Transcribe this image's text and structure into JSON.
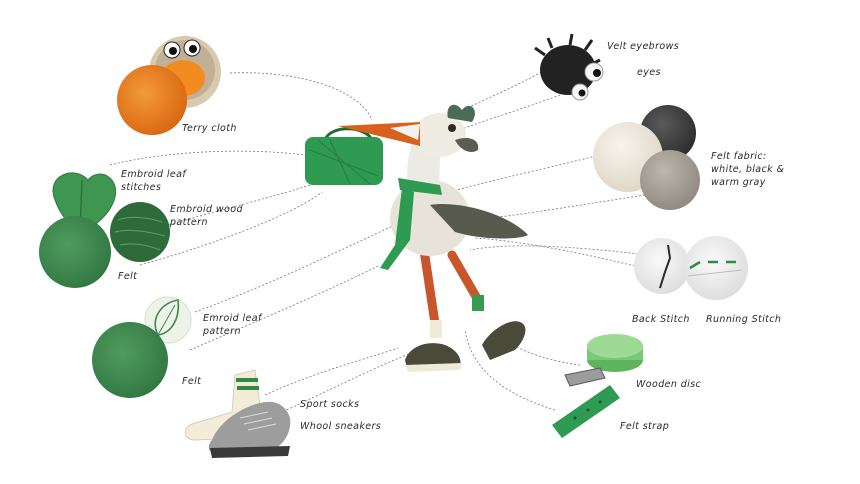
{
  "labels": {
    "terry_cloth": "Terry cloth",
    "embroid_leaf_stitches": "Embroid leaf stitches",
    "embroid_wood_pattern": "Embroid wood pattern",
    "felt_left_top": "Felt",
    "emroid_leaf_pattern": "Emroid leaf pattern",
    "felt_left_bottom": "Felt",
    "sport_socks": "Sport socks",
    "whool_sneakers": "Whool sneakers",
    "velt_eyebrows": "Velt eyebrows",
    "eyes": "eyes",
    "felt_fabric": "Felt fabric: white, black & warm gray",
    "back_stitch": "Back Stitch",
    "running_stitch": "Running Stitch",
    "wooden_disc": "Wooden disc",
    "felt_strap": "Felt strap"
  },
  "colors": {
    "terry_orange": "#e87a1c",
    "felt_green": "#3e8a4f",
    "dark_green": "#2f6e3a",
    "light_green": "#8bd08a",
    "felt_white": "#efe9de",
    "felt_black": "#3a3a3a",
    "felt_gray": "#a9a39b",
    "leg_orange": "#c8562a",
    "line_gray": "#6e6e6e"
  }
}
